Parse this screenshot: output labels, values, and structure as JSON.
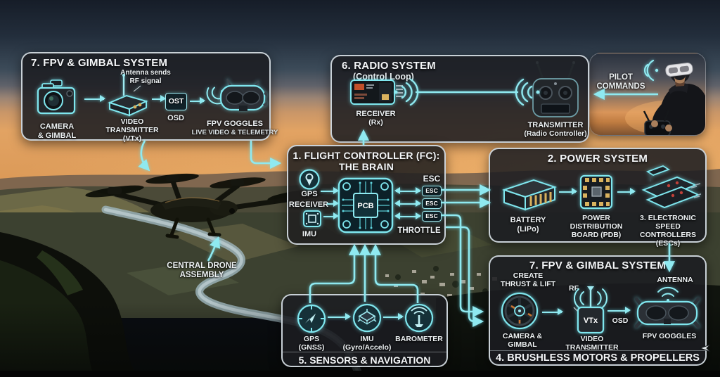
{
  "colors": {
    "accent": "#8FE9F0",
    "box_bg": "rgba(27,29,33,0.87)",
    "box_border": "#d8e0e6",
    "gold": "#d9b25e"
  },
  "fpv_top_box": {
    "title": "7. FPV & GIMBAL SYSTEM",
    "antenna_note": "Antenna sends\nRF signal",
    "camera_label": "CAMERA\n& GIMBAL",
    "vtx_label": "VIDEO\nTRANSMITTER\n(VTx)",
    "ost_text": "OST",
    "osd_label": "OSD",
    "goggles_label": "FPV GOGGLES",
    "goggles_sub": "LIVE VIDEO & TELEMETRY"
  },
  "radio_box": {
    "title": "6. RADIO SYSTEM",
    "subtitle": "(Control Loop)",
    "receiver_label": "RECEIVER",
    "receiver_sub": "(Rx)",
    "transmitter_label": "TRANSMITTER",
    "transmitter_sub": "(Radio Controller)"
  },
  "pilot": {
    "label": "PILOT\nCOMMANDS"
  },
  "fc_box": {
    "title": "1. FLIGHT CONTROLLER (FC):",
    "subtitle": "THE BRAIN",
    "gps_label": "GPS",
    "receiver_label": "RECEIVER",
    "imu_label": "IMU",
    "pcb_label": "PCB",
    "esc_header": "ESC",
    "esc_units": [
      "ESC",
      "ESC",
      "ESC"
    ],
    "throttle_label": "THROTTLE"
  },
  "power_box": {
    "title": "2. POWER SYSTEM",
    "battery_label": "BATTERY\n(LiPo)",
    "pdb_label": "POWER\nDISTRIBUTION\nBOARD (PDB)",
    "esc_label": "3. ELECTRONIC\nSPEED CONTROLLERS\n(ESCs)"
  },
  "sensors_box": {
    "title": "5. SENSORS & NAVIGATION",
    "gps_label": "GPS\n(GNSS)",
    "imu_label": "IMU\n(Gyro/Accelo)",
    "barometer_label": "BAROMETER"
  },
  "motors_box": {
    "title": "7. FPV & GIMBAL SYSTEM",
    "thrust_note": "CREATE\nTHRUST & LIFT",
    "camera_label": "CAMERA &\nGIMBAL",
    "rf_label": "RF",
    "vtx_text": "VTx",
    "vtx_label": "VIDEO\nTRANSMITTER",
    "osd_label": "OSD",
    "antenna_label": "ANTENNA",
    "goggles_label": "FPV GOGGLES",
    "footer": "4. BRUSHLESS MOTORS & PROPELLERS"
  },
  "drone": {
    "label": "CENTRAL DRONE\nASSEMBLY"
  }
}
